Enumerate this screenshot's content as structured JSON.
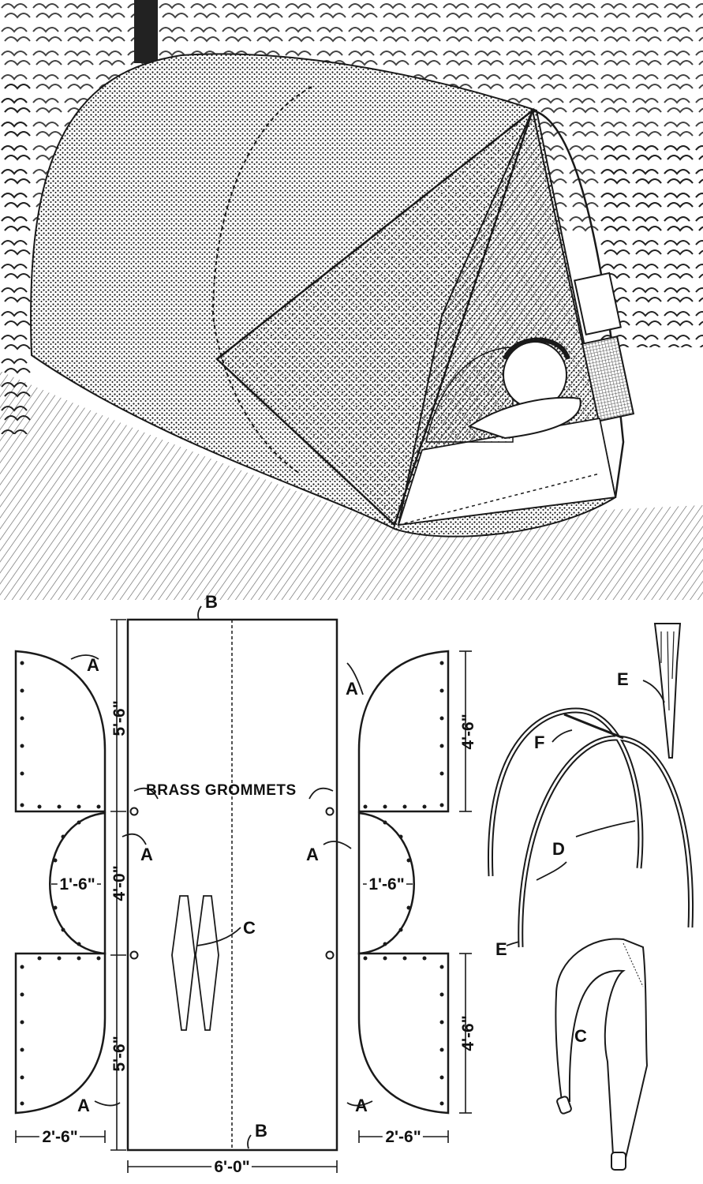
{
  "labels": {
    "grommets": "BRASS GROMMETS",
    "a": "A",
    "b": "B",
    "c": "C",
    "d": "D",
    "e": "E",
    "f": "F"
  },
  "dimensions": {
    "panel_top_length": "5'-6\"",
    "panel_middle_length": "4'-0\"",
    "panel_bottom_length": "5'-6\"",
    "total_width": "6'-0\"",
    "end_piece_width": "2'-6\"",
    "half_circle_radius": "1'-6\"",
    "end_piece_height": "4'-6\""
  },
  "colors": {
    "ink": "#1a1a1a",
    "paper": "#ffffff",
    "foliage": "#2b2b2b"
  }
}
